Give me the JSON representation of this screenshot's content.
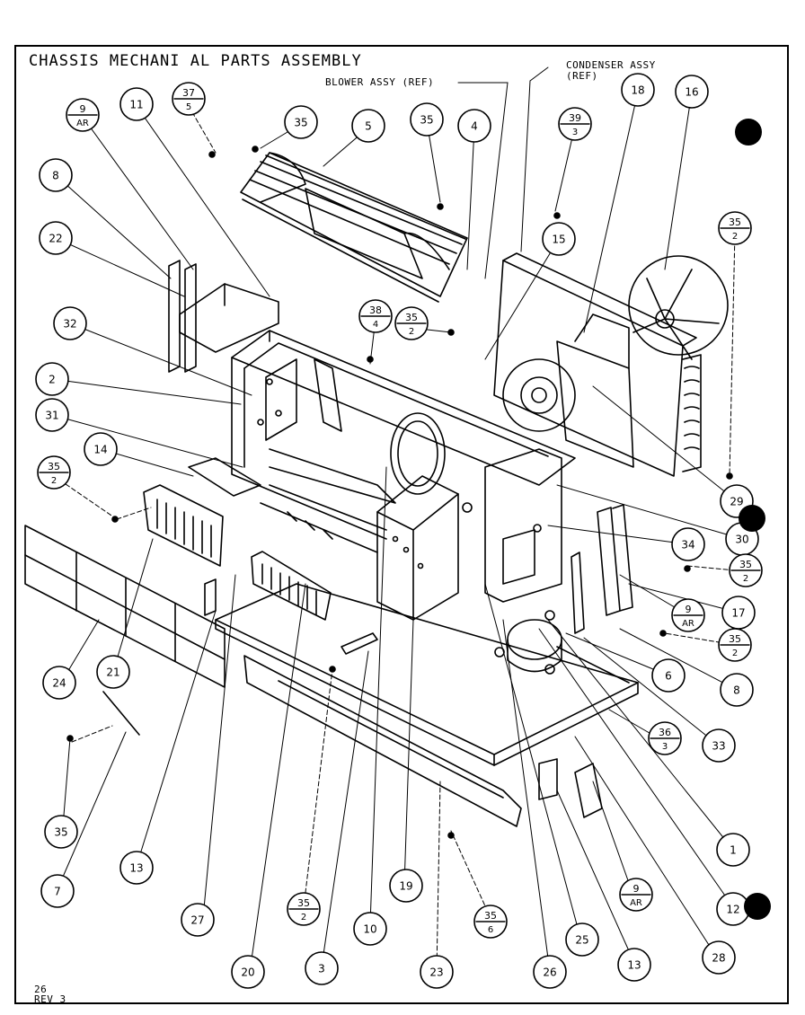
{
  "title": "CHASSIS MECHANI AL PARTS ASSEMBLY",
  "notes": {
    "blower": "BLOWER ASSY (REF)",
    "condenser_line1": "CONDENSER ASSY",
    "condenser_line2": "(REF)",
    "page": "26",
    "rev": "REV 3"
  },
  "callouts": [
    {
      "id": "c1",
      "top": "9",
      "bottom": "AR"
    },
    {
      "id": "c2",
      "label": "11"
    },
    {
      "id": "c3",
      "top": "37",
      "bottom": "5"
    },
    {
      "id": "c4",
      "label": "35"
    },
    {
      "id": "c5",
      "label": "5"
    },
    {
      "id": "c6",
      "label": "35"
    },
    {
      "id": "c7",
      "label": "4"
    },
    {
      "id": "c8",
      "top": "39",
      "bottom": "3"
    },
    {
      "id": "c9",
      "label": "18"
    },
    {
      "id": "c10",
      "label": "16"
    },
    {
      "id": "c11",
      "label": "8"
    },
    {
      "id": "c12",
      "label": "22"
    },
    {
      "id": "c13",
      "label": "15"
    },
    {
      "id": "c14",
      "top": "35",
      "bottom": "2"
    },
    {
      "id": "c15",
      "label": "32"
    },
    {
      "id": "c16",
      "top": "38",
      "bottom": "4"
    },
    {
      "id": "c17",
      "top": "35",
      "bottom": "2"
    },
    {
      "id": "c18",
      "label": "2"
    },
    {
      "id": "c19",
      "label": "31"
    },
    {
      "id": "c20",
      "label": "14"
    },
    {
      "id": "c21",
      "top": "35",
      "bottom": "2"
    },
    {
      "id": "c22",
      "label": "29"
    },
    {
      "id": "c23",
      "label": "30"
    },
    {
      "id": "c24",
      "label": "34"
    },
    {
      "id": "c25",
      "top": "35",
      "bottom": "2"
    },
    {
      "id": "c26",
      "label": "17"
    },
    {
      "id": "c27",
      "top": "9",
      "bottom": "AR"
    },
    {
      "id": "c28",
      "top": "35",
      "bottom": "2"
    },
    {
      "id": "c29",
      "label": "6"
    },
    {
      "id": "c30",
      "label": "8"
    },
    {
      "id": "c31",
      "label": "24"
    },
    {
      "id": "c32",
      "label": "21"
    },
    {
      "id": "c33",
      "top": "36",
      "bottom": "3"
    },
    {
      "id": "c34",
      "label": "33"
    },
    {
      "id": "c35",
      "label": "1"
    },
    {
      "id": "c36",
      "label": "35"
    },
    {
      "id": "c37",
      "label": "7"
    },
    {
      "id": "c38",
      "label": "13"
    },
    {
      "id": "c39",
      "label": "27"
    },
    {
      "id": "c40",
      "top": "35",
      "bottom": "2"
    },
    {
      "id": "c41",
      "label": "10"
    },
    {
      "id": "c42",
      "label": "19"
    },
    {
      "id": "c43",
      "top": "35",
      "bottom": "6"
    },
    {
      "id": "c44",
      "label": "25"
    },
    {
      "id": "c45",
      "top": "9",
      "bottom": "AR"
    },
    {
      "id": "c46",
      "label": "12"
    },
    {
      "id": "c47",
      "label": "28"
    },
    {
      "id": "c48",
      "label": "20"
    },
    {
      "id": "c49",
      "label": "3"
    },
    {
      "id": "c50",
      "label": "23"
    },
    {
      "id": "c51",
      "label": "26"
    },
    {
      "id": "c52",
      "label": "13"
    }
  ]
}
